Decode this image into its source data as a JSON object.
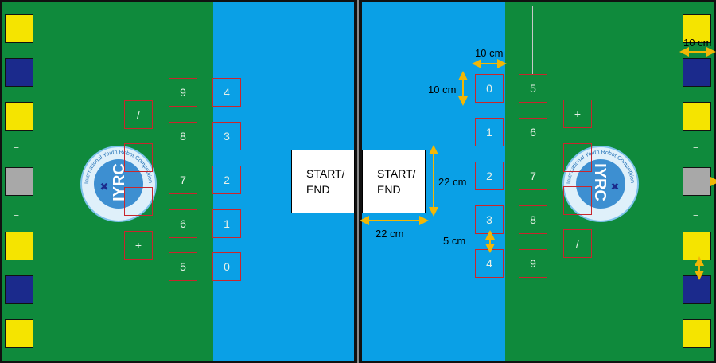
{
  "colors": {
    "green": "#0f8a3c",
    "blue": "#0aa0e6",
    "cell_border": "#c8262c",
    "dark_blue": "#1b2a8c",
    "yellow": "#f5e400",
    "gray": "#a8a8a8",
    "dimension_arrow": "#f2b705"
  },
  "start_end": {
    "left": {
      "line1": "START/",
      "line2": "END"
    },
    "right": {
      "line1": "START/",
      "line2": "END"
    }
  },
  "left_half": {
    "column_a": [
      "9",
      "8",
      "7",
      "6",
      "5"
    ],
    "column_b": [
      "4",
      "3",
      "2",
      "1",
      "0"
    ],
    "operators": [
      "/",
      "+"
    ]
  },
  "right_half": {
    "column_a": [
      "0",
      "1",
      "2",
      "3",
      "4"
    ],
    "column_b": [
      "5",
      "6",
      "7",
      "8",
      "9"
    ],
    "operators": [
      "+",
      "/"
    ]
  },
  "logo": {
    "short_name": "IYRC",
    "ring_text": "International Youth Robot Competition"
  },
  "dimensions": {
    "cell_width": "10 cm",
    "cell_height": "10 cm",
    "start_height": "22 cm",
    "start_width": "22 cm",
    "cell_gap": "5 cm",
    "edge_width": "10 cm"
  },
  "edge_markers": {
    "separator": "="
  },
  "icons": [
    "iyrc-logo-icon",
    "double-arrow-icon"
  ]
}
